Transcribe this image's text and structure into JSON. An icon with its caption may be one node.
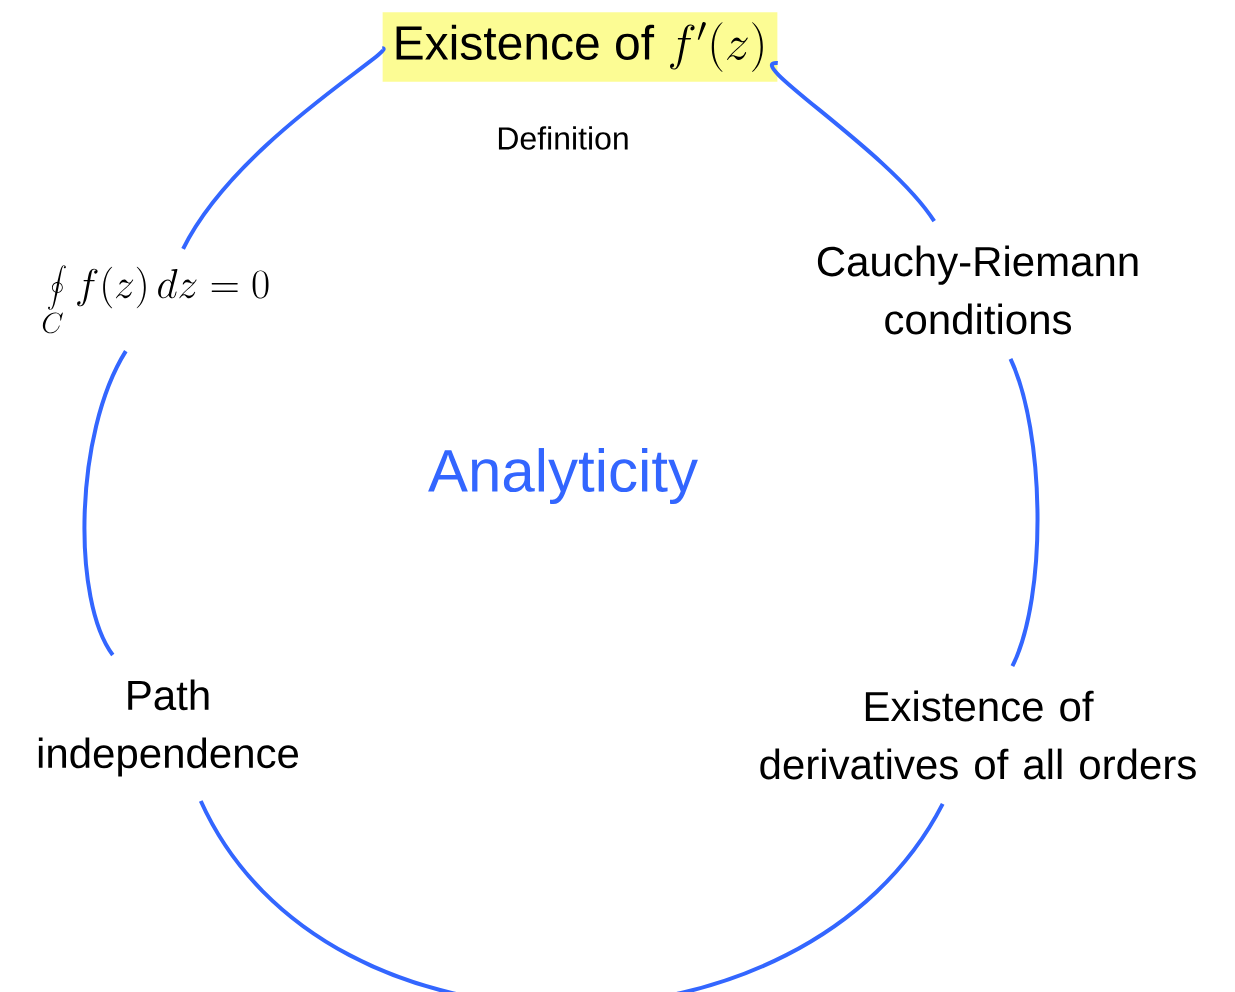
{
  "diagram": {
    "nodes": [
      {
        "text": [
          "Existence of",
          "f'(z)"
        ]
      },
      {
        "text": [
          "Cauchy-Riemann conditions"
        ]
      },
      {
        "text": [
          "Existence of derivatives of all orders"
        ]
      },
      {
        "text": [
          "Path independence"
        ]
      },
      {
        "text": [
          "\\oint\\limits_{C} f(z)\\,dz=0"
        ]
      }
    ],
    "edges": [
      {
        "from": 0,
        "to": 1,
        "arrow": "none"
      },
      {
        "from": 1,
        "to": 2,
        "arrow": "none"
      },
      {
        "from": 2,
        "to": 3,
        "arrow": "none"
      },
      {
        "from": 3,
        "to": 4,
        "arrow": "none"
      },
      {
        "from": 4,
        "to": 0,
        "arrow": "none"
      }
    ],
    "labels": [
      "Definition",
      "Analyticity"
    ]
  }
}
